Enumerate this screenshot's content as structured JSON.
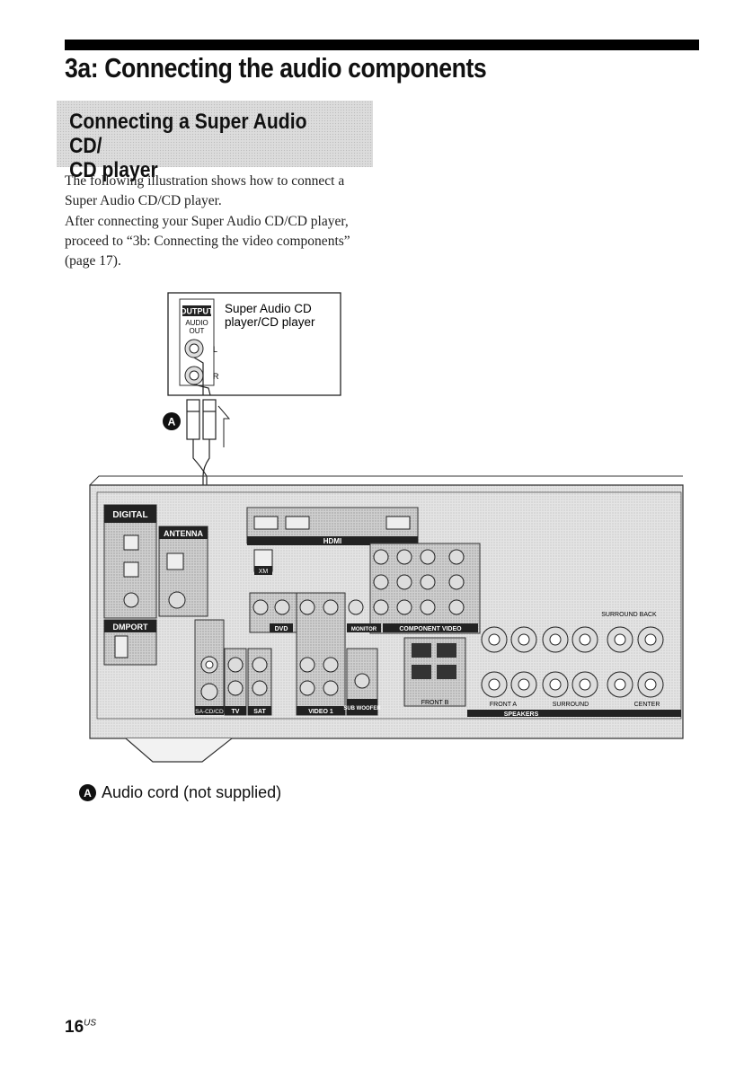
{
  "header": {
    "title": "3a: Connecting the audio components"
  },
  "section": {
    "heading_line1": "Connecting a Super Audio CD/",
    "heading_line2": "CD player",
    "paragraph1": "The following illustration shows how to connect a Super Audio CD/CD player.",
    "paragraph2": "After connecting your Super Audio CD/CD player, proceed to “3b: Connecting the video components” (page 17)."
  },
  "illustration": {
    "player_label_line1": "Super Audio CD",
    "player_label_line2": "player/CD player",
    "output_label": "OUTPUT",
    "audio_label": "AUDIO",
    "out_label": "OUT",
    "left_label": "L",
    "right_label": "R",
    "callout_marker": "A",
    "receiver_labels": {
      "digital": "DIGITAL",
      "antenna": "ANTENNA",
      "hdmi": "HDMI",
      "xm": "XM",
      "dmport": "DMPORT",
      "sacd": "SA-CD/CD",
      "tv": "TV",
      "sat": "SAT",
      "dvd": "DVD",
      "video1": "VIDEO 1",
      "subwoofer": "SUB WOOFER",
      "monitor": "MONITOR",
      "component_video": "COMPONENT VIDEO",
      "speakers": "SPEAKERS",
      "front_a": "FRONT A",
      "front_b": "FRONT B",
      "surround": "SURROUND",
      "surround_back": "SURROUND BACK",
      "center": "CENTER"
    }
  },
  "legend": {
    "marker": "A",
    "text": "Audio cord (not supplied)"
  },
  "footer": {
    "page_number": "16",
    "page_suffix": "US"
  }
}
